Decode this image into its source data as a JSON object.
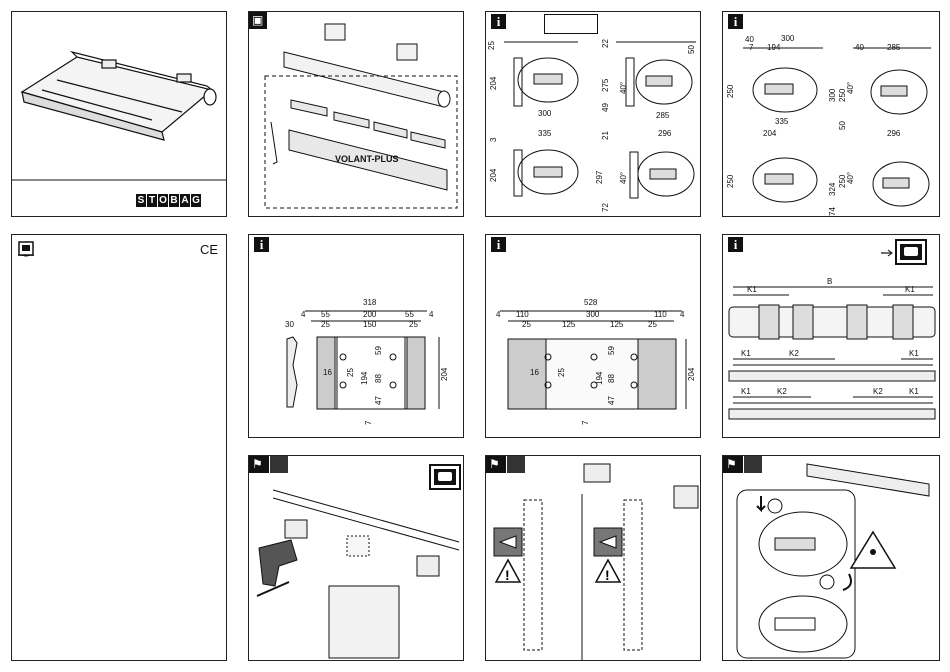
{
  "brand": {
    "letters": [
      "S",
      "T",
      "O",
      "B",
      "A",
      "G"
    ]
  },
  "conformity_mark": "CE",
  "safety_icons": [
    "warning-icon",
    "safety-glasses-icon",
    "ear-protection-icon",
    "manual-icon"
  ],
  "components": {
    "kit_label": "VOLANT-PLUS"
  },
  "profile_dims": {
    "left_top": [
      "25",
      "204",
      "300"
    ],
    "right_top": [
      "22",
      "50",
      "275",
      "40°",
      "49",
      "285"
    ],
    "left_bottom": [
      "335",
      "3",
      "204"
    ],
    "right_bottom": [
      "21",
      "296",
      "297",
      "40°",
      "72"
    ]
  },
  "profile_dims_2": {
    "left_top": [
      "40",
      "7",
      "194",
      "300",
      "250"
    ],
    "right_top": [
      "40",
      "285",
      "300",
      "250",
      "40°",
      "50"
    ],
    "left_bottom": [
      "335",
      "204",
      "250"
    ],
    "right_bottom": [
      "296",
      "324",
      "250",
      "40°",
      "74"
    ]
  },
  "bracket_318": {
    "overall": "318",
    "top": [
      "4",
      "55",
      "200",
      "55",
      "4"
    ],
    "mid": [
      "25",
      "150",
      "25"
    ],
    "side": "30",
    "vert": [
      "25",
      "59",
      "16",
      "194",
      "88",
      "47",
      "204"
    ],
    "bottom": "7"
  },
  "bracket_528": {
    "overall": "528",
    "top": [
      "4",
      "110",
      "300",
      "110",
      "4"
    ],
    "mid": [
      "25",
      "125",
      "125",
      "25"
    ],
    "vert": [
      "25",
      "59",
      "16",
      "194",
      "88",
      "47",
      "204"
    ],
    "bottom": "7"
  },
  "spacing": {
    "B": "B",
    "K1": "K1",
    "K2": "K2"
  }
}
